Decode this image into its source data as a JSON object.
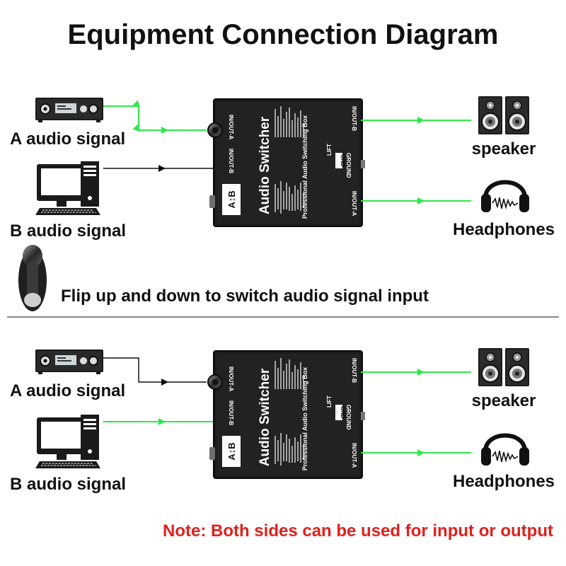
{
  "title": "Equipment Connection Diagram",
  "colors": {
    "active_line": "#2ee84a",
    "inactive_line": "#111111",
    "note": "#e0201c",
    "box_body": "#1b1b1b"
  },
  "labels": {
    "source_a": "A audio signal",
    "source_b": "B audio signal",
    "speaker": "speaker",
    "headphones": "Headphones"
  },
  "flip_instruction": "Flip up and down to switch audio signal input",
  "note": "Note: Both sides can be used for input or output",
  "device": {
    "name": "Audio Switcher",
    "subtitle": "Professional Audio Switching Box",
    "port_in_a": "IN/OUT-A",
    "port_in_b": "IN/OUT-B",
    "port_out_b": "IN/OUT-B",
    "port_out_a": "IN/OUT-A",
    "ground_lift": "LIFT",
    "ground_gnd": "GND",
    "ground_label": "GROUND",
    "switch_label": "A↕B"
  },
  "icons": {
    "amplifier": "amplifier-icon",
    "computer": "computer-icon",
    "speakers": "speakers-icon",
    "headphones": "headphones-icon",
    "toggle": "toggle-switch-icon"
  },
  "diagrams": [
    {
      "id": "top",
      "active_input": "A"
    },
    {
      "id": "bottom",
      "active_input": "B"
    }
  ]
}
